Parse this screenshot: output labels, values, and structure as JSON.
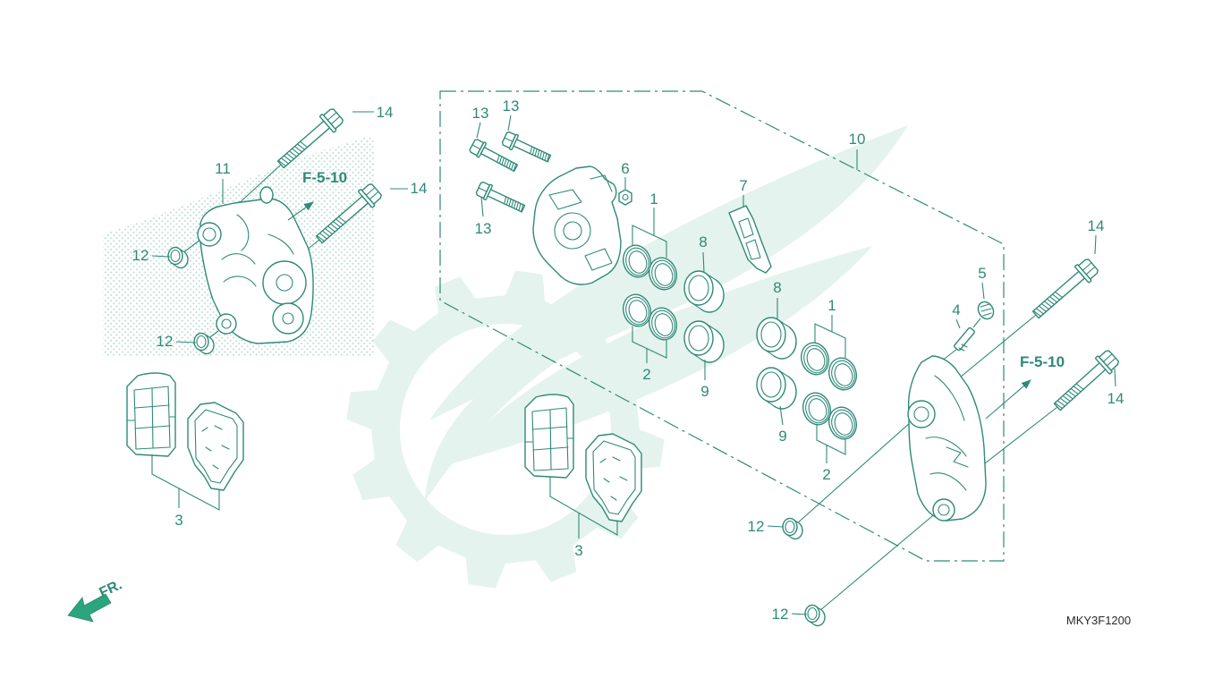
{
  "diagram": {
    "callouts": [
      "14",
      "14",
      "11",
      "12",
      "12",
      "3",
      "13",
      "13",
      "13",
      "6",
      "1",
      "8",
      "7",
      "10",
      "2",
      "9",
      "8",
      "1",
      "9",
      "2",
      "3",
      "14",
      "5",
      "4",
      "14",
      "12",
      "12"
    ],
    "references": [
      "F-5-10",
      "F-5-10"
    ],
    "direction_label": "FR.",
    "part_code": "MKY3F1200",
    "colors": {
      "line": "#2f8a78",
      "watermark": "#e4f3ed",
      "arrow": "#2ba57c",
      "stipple": "#a6d2c6"
    }
  }
}
